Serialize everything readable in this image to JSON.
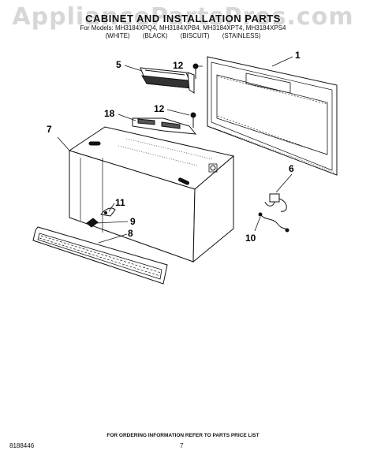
{
  "watermark": "AppliancePartsPros.com",
  "header": {
    "title": "CABINET AND INSTALLATION PARTS",
    "models": "For Models: MH3184XPQ4, MH3184XPB4, MH3184XPT4, MH3184XPS4",
    "finishes": [
      "(WHITE)",
      "(BLACK)",
      "(BISCUIT)",
      "(STAINLESS)"
    ]
  },
  "callouts": [
    "1",
    "5",
    "12",
    "12",
    "18",
    "7",
    "6",
    "11",
    "9",
    "8",
    "10"
  ],
  "footer": {
    "note": "FOR ORDERING INFORMATION REFER TO PARTS PRICE LIST",
    "doc_number": "8188446",
    "page_number": "7"
  }
}
